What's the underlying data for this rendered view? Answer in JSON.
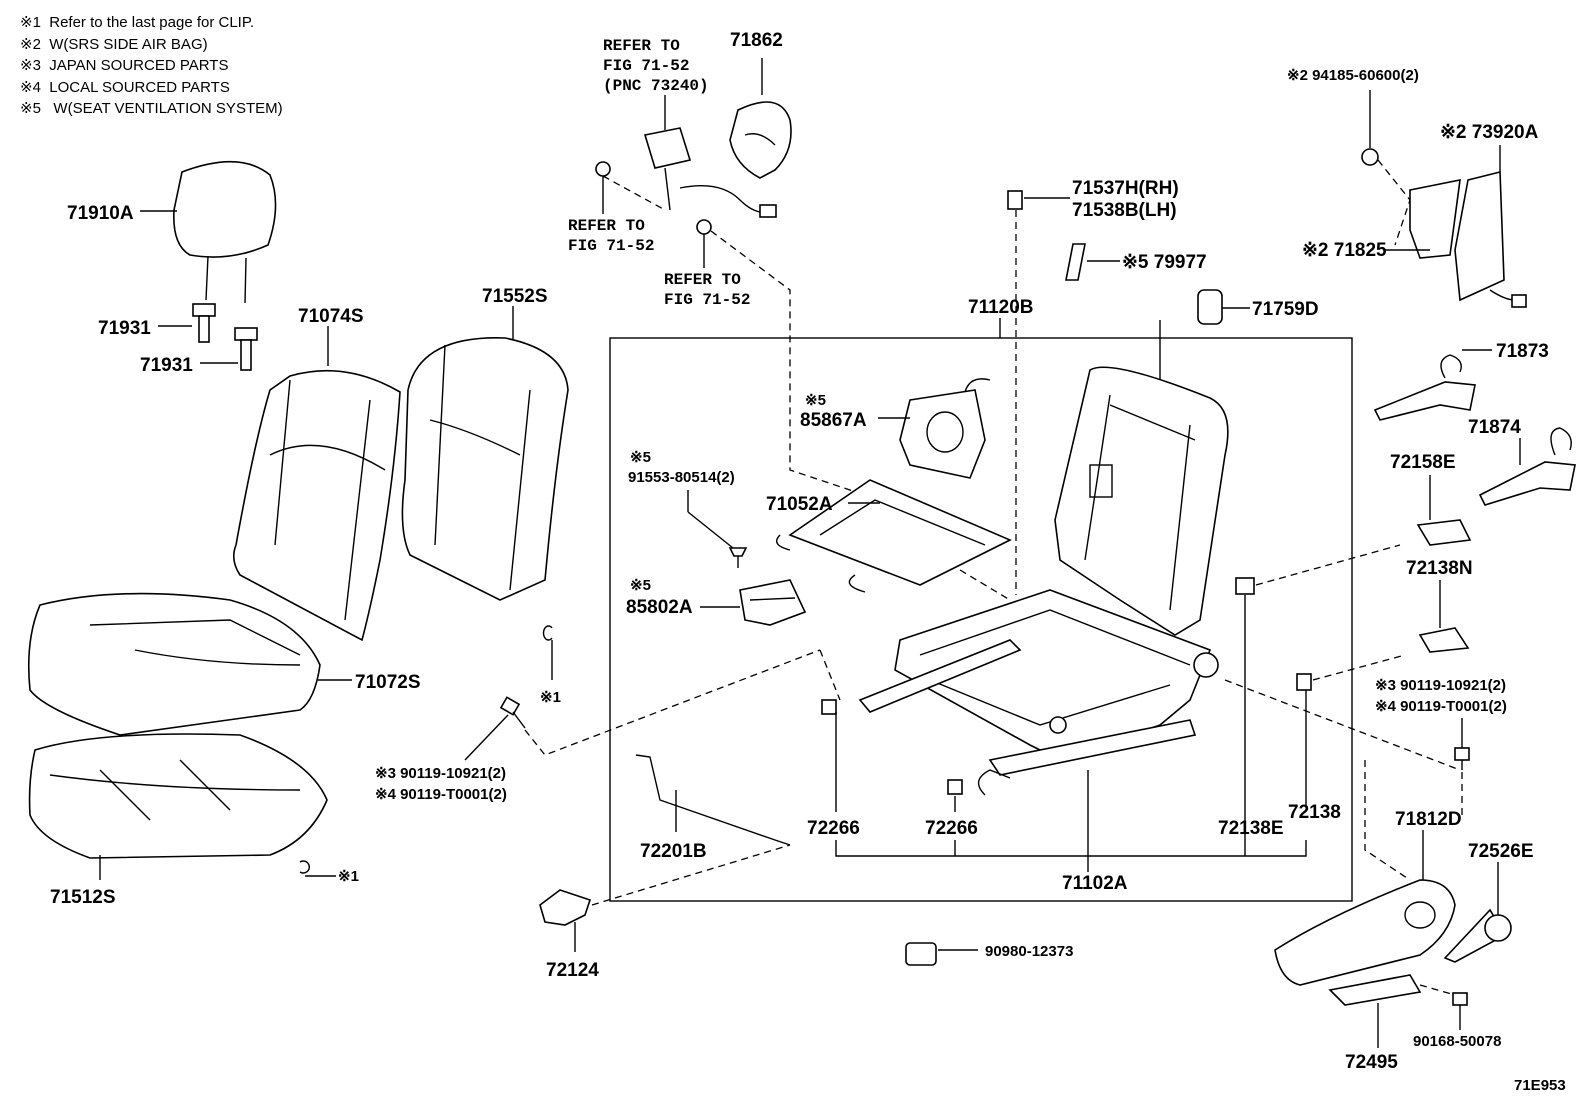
{
  "notes": [
    "※1  Refer to the last page for CLIP.",
    "※2  W(SRS SIDE AIR BAG)",
    "※3  JAPAN SOURCED PARTS",
    "※4  LOCAL SOURCED PARTS",
    "※5   W(SEAT VENTILATION SYSTEM)"
  ],
  "refs": {
    "top": [
      "REFER TO",
      "FIG 71-52",
      "(PNC 73240)"
    ],
    "left": [
      "REFER TO",
      "FIG 71-52"
    ],
    "mid": [
      "REFER TO",
      "FIG 71-52"
    ]
  },
  "parts": {
    "p71862": "71862",
    "p71910A": "71910A",
    "p71931a": "71931",
    "p71931b": "71931",
    "p71074S": "71074S",
    "p71552S": "71552S",
    "p71072S": "71072S",
    "p71512S": "71512S",
    "p71537H": "71537H(RH)",
    "p71538B": "71538B(LH)",
    "p79977": "※5 79977",
    "p71120B": "71120B",
    "p71759D": "71759D",
    "p85867A_note": "※5",
    "p85867A": "85867A",
    "p91553_note": "※5",
    "p91553": "91553-80514(2)",
    "p71052A": "71052A",
    "p85802A_note": "※5",
    "p85802A": "85802A",
    "clip1a": "※1",
    "clip1b": "※1",
    "p90119a1": "※3 90119-10921(2)",
    "p90119a2": "※4 90119-T0001(2)",
    "p72201B": "72201B",
    "p72266a": "72266",
    "p72266b": "72266",
    "p72138E": "72138E",
    "p72138": "72138",
    "p71102A": "71102A",
    "p72124": "72124",
    "p90980": "90980-12373",
    "p94185": "※2 94185-60600(2)",
    "p73920A": "※2 73920A",
    "p71825": "※2 71825",
    "p71873": "71873",
    "p71874": "71874",
    "p72158E": "72158E",
    "p72138N": "72138N",
    "p90119b1": "※3 90119-10921(2)",
    "p90119b2": "※4 90119-T0001(2)",
    "p71812D": "71812D",
    "p72526E": "72526E",
    "p72495": "72495",
    "p90168": "90168-50078",
    "code": "71E953"
  }
}
